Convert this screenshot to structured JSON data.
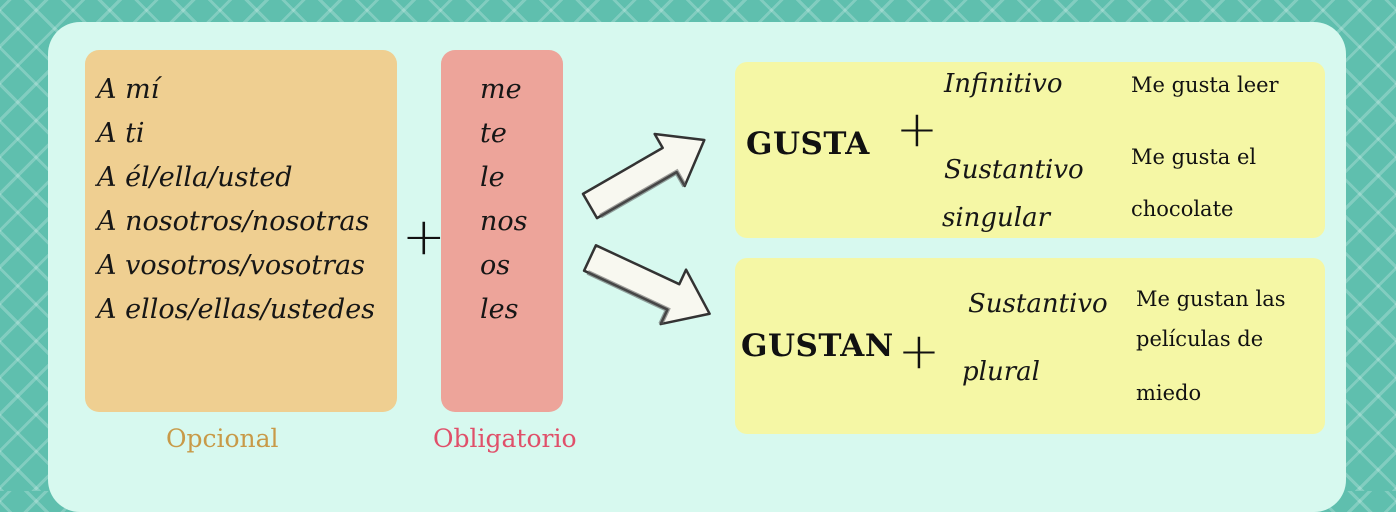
{
  "colors": {
    "background": "#5fbfae",
    "panel": "#d7f9ef",
    "optional_box": "#efcf91",
    "required_box": "#eda49a",
    "rule_box": "#f5f7a5",
    "optional_label": "#c89a48",
    "required_label": "#e0506a"
  },
  "pronouns": [
    "A mí",
    "A ti",
    "A él/ella/usted",
    "A nosotros/nosotras",
    "A vosotros/vosotras",
    "A ellos/ellas/ustedes"
  ],
  "clitics": [
    "me",
    "te",
    "le",
    "nos",
    "os",
    "les"
  ],
  "plus_sign": "+",
  "labels": {
    "optional": "Opcional",
    "required": "Obligatorio"
  },
  "rules": {
    "gusta": {
      "verb": "GUSTA",
      "plus": "+",
      "complement_top": "Infinitivo",
      "complement_mid": "Sustantivo",
      "complement_bottom": "singular",
      "example1": "Me gusta leer",
      "example2_line1": "Me gusta el",
      "example2_line2": "chocolate"
    },
    "gustan": {
      "verb": "GUSTAN",
      "plus": "+",
      "complement_top": "Sustantivo",
      "complement_bottom": "plural",
      "example_line1": "Me gustan las",
      "example_line2": "películas de",
      "example_line3": "miedo"
    }
  },
  "icons": [
    "arrow-up-right-icon",
    "arrow-down-right-icon"
  ]
}
